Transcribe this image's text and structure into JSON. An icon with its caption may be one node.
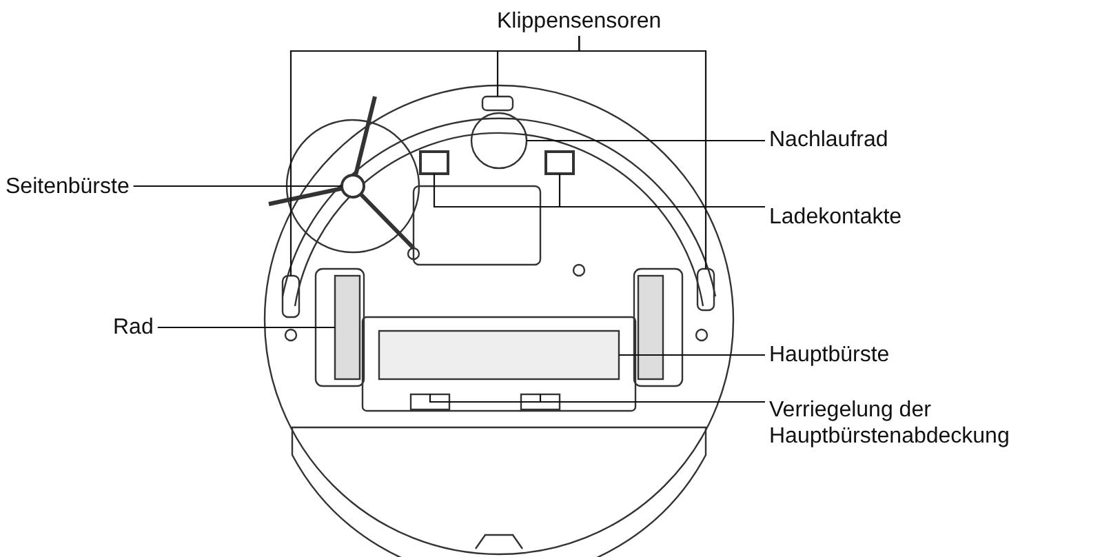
{
  "diagram": {
    "nodes": [
      {
        "text": [
          "Klippensensoren"
        ]
      },
      {
        "text": [],
        "shape": "box"
      },
      {
        "text": [],
        "shape": "box"
      },
      {
        "text": [],
        "shape": "box"
      },
      {
        "text": [
          "Nachlaufrad"
        ]
      },
      {
        "text": [],
        "shape": "circle"
      },
      {
        "text": [
          "Seitenbürste"
        ]
      },
      {
        "text": [],
        "shape": "circle"
      },
      {
        "text": [
          "Ladekontakte"
        ]
      },
      {
        "text": [],
        "shape": "box"
      },
      {
        "text": [],
        "shape": "box"
      },
      {
        "text": [
          "Rad"
        ]
      },
      {
        "text": [],
        "shape": "bar"
      },
      {
        "text": [
          "Hauptbürste"
        ]
      },
      {
        "text": [],
        "shape": "box"
      },
      {
        "text": [
          "Verriegelung der Hauptbürstenabdeckung"
        ]
      },
      {
        "text": [],
        "shape": "box"
      },
      {
        "text": [],
        "shape": "box"
      }
    ],
    "edges": [
      {
        "from": 0,
        "to": 1,
        "arrow": "none"
      },
      {
        "from": 0,
        "to": 2,
        "arrow": "none"
      },
      {
        "from": 0,
        "to": 3,
        "arrow": "none"
      },
      {
        "from": 4,
        "to": 5,
        "arrow": "none"
      },
      {
        "from": 6,
        "to": 7,
        "arrow": "none"
      },
      {
        "from": 8,
        "to": 9,
        "arrow": "none"
      },
      {
        "from": 8,
        "to": 10,
        "arrow": "none"
      },
      {
        "from": 11,
        "to": 12,
        "arrow": "none"
      },
      {
        "from": 13,
        "to": 14,
        "arrow": "none"
      },
      {
        "from": 15,
        "to": 16,
        "arrow": "none"
      },
      {
        "from": 15,
        "to": 17,
        "arrow": "none"
      }
    ]
  }
}
